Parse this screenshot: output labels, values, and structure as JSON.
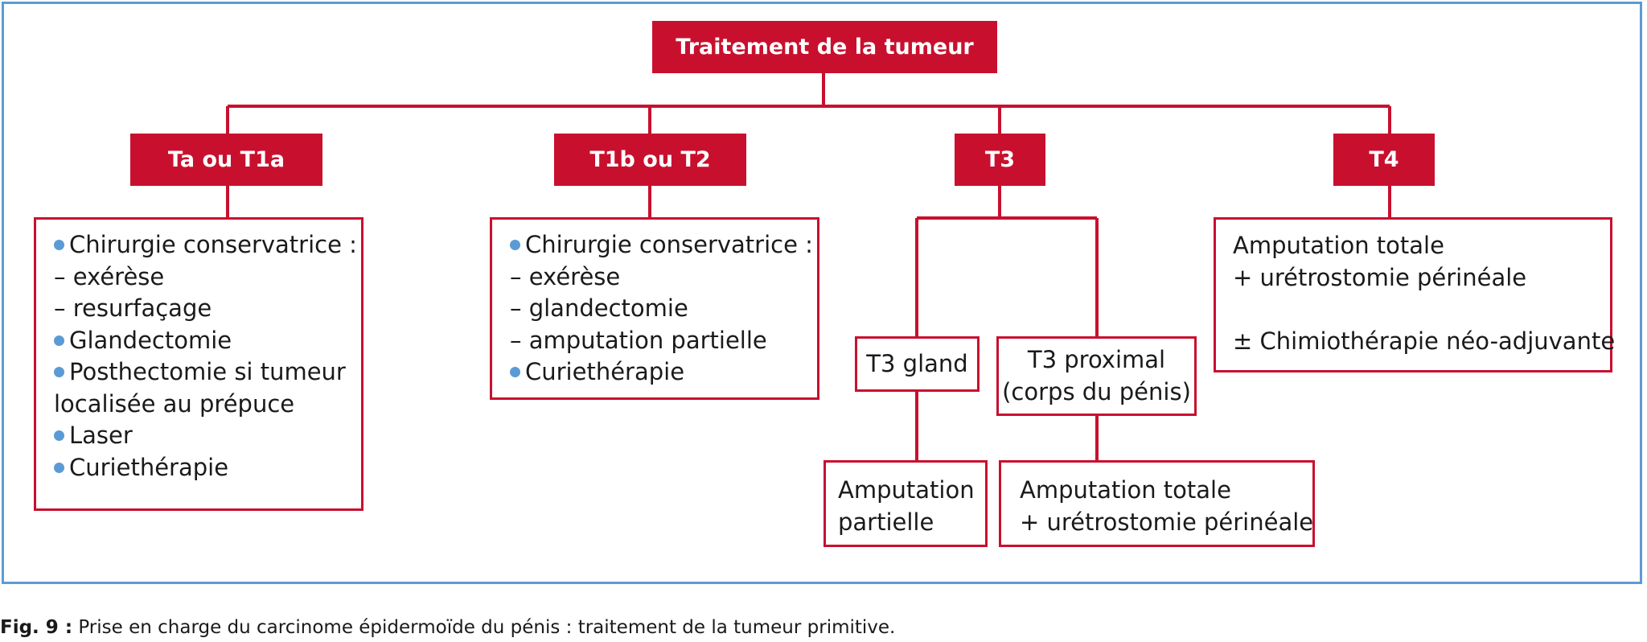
{
  "root": {
    "label": "Traitement de la tumeur"
  },
  "stages": [
    {
      "label": "Ta ou T1a"
    },
    {
      "label": "T1b ou T2"
    },
    {
      "label": "T3"
    },
    {
      "label": "T4"
    }
  ],
  "ta_t1a": {
    "item1": "Chirurgie conservatrice :",
    "item1_sub1": "– exérèse",
    "item1_sub2": "– resurfaçage",
    "item2": "Glandectomie",
    "item3_line1": "Posthectomie si tumeur",
    "item3_line2": "localisée au prépuce",
    "item4": "Laser",
    "item5": "Curiethérapie"
  },
  "t1b_t2": {
    "item1": "Chirurgie conservatrice :",
    "item1_sub1": "– exérèse",
    "item1_sub2": "– glandectomie",
    "item1_sub3": "– amputation partielle",
    "item2": "Curiethérapie"
  },
  "t3": {
    "gland": "T3 gland",
    "proximal_line1": "T3 proximal",
    "proximal_line2": "(corps du pénis)",
    "gland_treatment_line1": "Amputation",
    "gland_treatment_line2": "partielle",
    "proximal_treatment_line1": "Amputation totale",
    "proximal_treatment_line2": "+ urétrostomie périnéale"
  },
  "t4": {
    "line1": "Amputation totale",
    "line2": "+ urétrostomie périnéale",
    "line3": "± Chimiothérapie néo-adjuvante"
  },
  "caption": {
    "label": "Fig. 9 :",
    "text": " Prise en charge du carcinome épidermoïde du pénis : traitement de la tumeur primitive."
  },
  "colors": {
    "accent": "#c8102e",
    "frame": "#5b9bd5",
    "bullet": "#5b9bd5"
  }
}
